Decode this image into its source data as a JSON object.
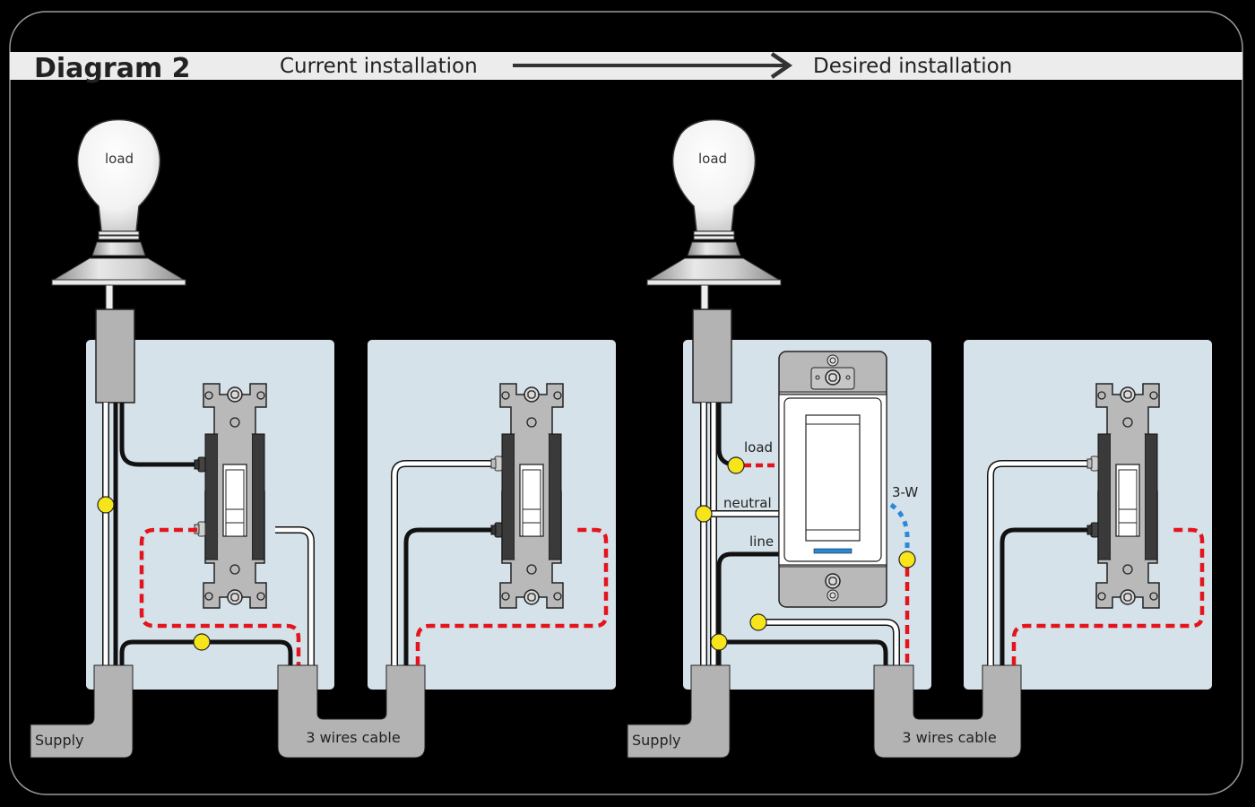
{
  "header": {
    "diagram_title": "Diagram 2",
    "from_label": "Current installation",
    "to_label": "Desired installation",
    "arrow_icon": "right-arrow-icon"
  },
  "colors": {
    "background": "#000000",
    "header_band": "#ececec",
    "box_fill": "#d6e2ea",
    "cable_gray": "#b3b3b3",
    "switch_plate": "#b9b9b9",
    "switch_body": "#3a3a3a",
    "traveler_red": "#e3141b",
    "threeway_blue": "#2a8ad8",
    "wire_nut_yellow": "#f7e51b",
    "neutral_white": "#ffffff",
    "hot_black": "#111111"
  },
  "current": {
    "bulb_label": "load",
    "supply_label": "Supply",
    "cable_label": "3 wires cable"
  },
  "desired": {
    "bulb_label": "load",
    "supply_label": "Supply",
    "cable_label": "3 wires cable",
    "smart_switch_terminals": {
      "load": "load",
      "neutral": "neutral",
      "line": "line",
      "three_way": "3-W"
    }
  }
}
